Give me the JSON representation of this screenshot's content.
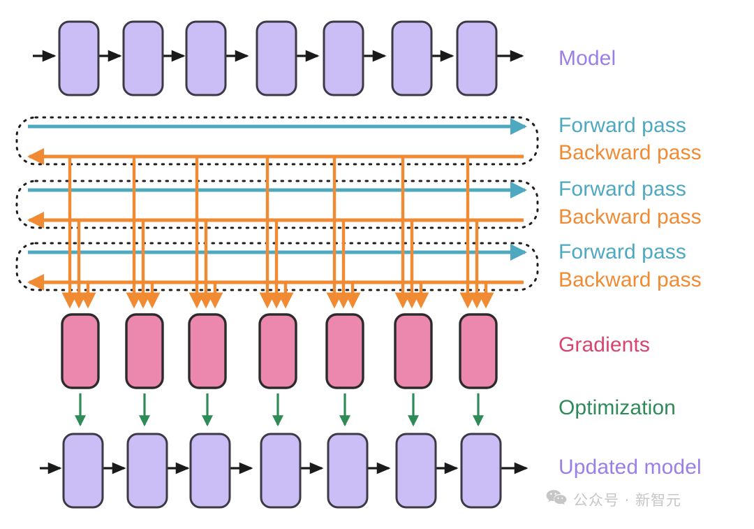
{
  "diagram": {
    "title_hidden": true,
    "colors": {
      "model_fill": "#cbbdf5",
      "model_stroke": "#3c3a44",
      "gradient_fill": "#ec87ad",
      "gradient_stroke": "#2b2b2b",
      "forward": "#4da8c0",
      "backward": "#f08a33",
      "optimization": "#2e8b57",
      "model_text": "#9b7ee8",
      "gradients_text": "#d9436f",
      "dashed_box": "#1d1d1d",
      "arrow_black": "#1a1a1a",
      "watermark": "#c6c6c6",
      "background": "#ffffff"
    },
    "counts": {
      "model_blocks": 7,
      "gradient_blocks": 7,
      "updated_model_blocks": 7,
      "pass_rows": 3,
      "gradient_arrows_per_block": 3
    }
  },
  "legend": {
    "model": "Model",
    "forward_pass": "Forward pass",
    "backward_pass": "Backward pass",
    "gradients": "Gradients",
    "optimization": "Optimization",
    "updated_model": "Updated model"
  },
  "rows": [
    {
      "name": "model-row",
      "label": "Model"
    },
    {
      "name": "pass-row-1",
      "forward": "Forward pass",
      "backward": "Backward pass"
    },
    {
      "name": "pass-row-2",
      "forward": "Forward pass",
      "backward": "Backward pass"
    },
    {
      "name": "pass-row-3",
      "forward": "Forward pass",
      "backward": "Backward pass"
    },
    {
      "name": "gradients-row",
      "label": "Gradients"
    },
    {
      "name": "optimization-row",
      "label": "Optimization"
    },
    {
      "name": "updated-model-row",
      "label": "Updated model"
    }
  ],
  "watermark": {
    "text": "公众号 · 新智元",
    "icon": "wechat-icon"
  }
}
